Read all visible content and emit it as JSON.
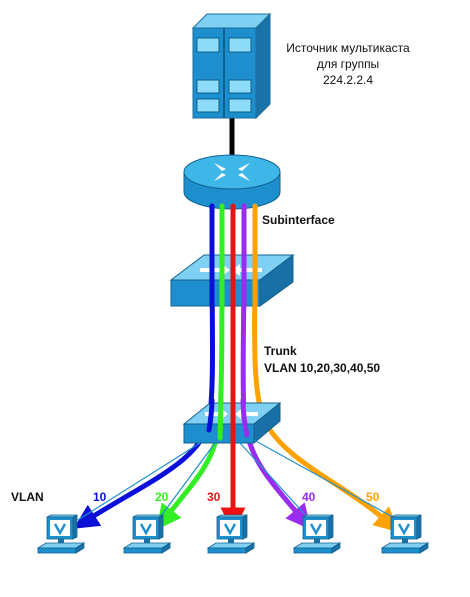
{
  "source": {
    "line1": "Источник мультикаста",
    "line2": "для группы",
    "line3": "224.2.2.4"
  },
  "labels": {
    "subinterface": "Subinterface",
    "trunk": "Trunk",
    "trunk_vlans": "VLAN 10,20,30,40,50",
    "vlan": "VLAN"
  },
  "vlans": [
    {
      "id": "10",
      "color": "#0a10d8"
    },
    {
      "id": "20",
      "color": "#33ee22"
    },
    {
      "id": "30",
      "color": "#ee1111"
    },
    {
      "id": "40",
      "color": "#9a2cf0"
    },
    {
      "id": "50",
      "color": "#ffa100"
    }
  ],
  "colors": {
    "device_blue": "#1e8fce",
    "device_top": "#3fb6e8",
    "link": "#000000"
  }
}
